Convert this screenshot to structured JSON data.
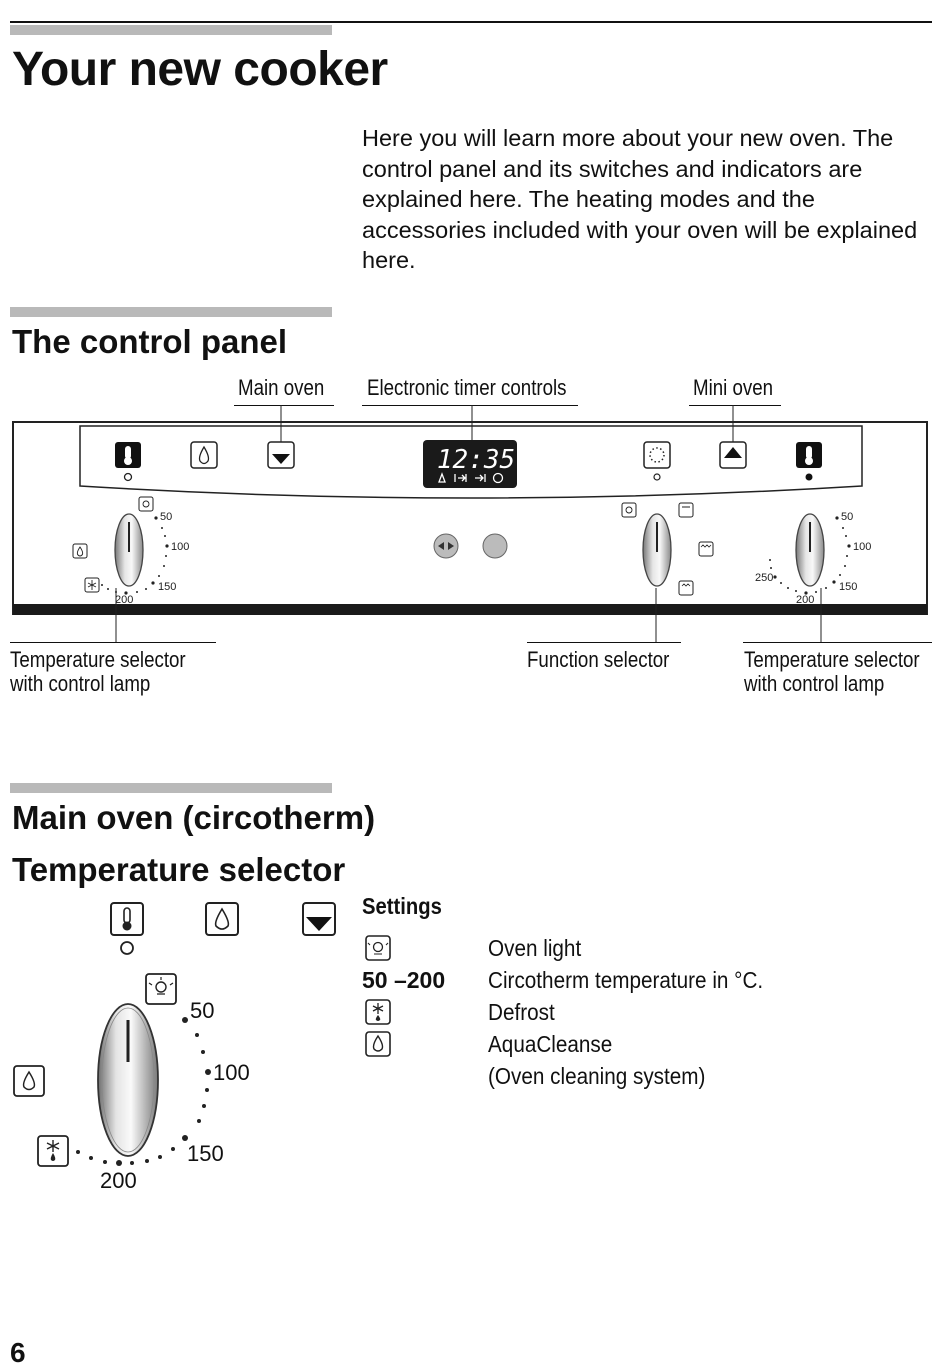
{
  "page": {
    "title": "Your new cooker",
    "intro": "Here you will learn more about your new oven. The control panel and its switches and indicators are explained here. The heating modes and the accessories included with your oven will be explained here.",
    "page_number": "6"
  },
  "control_panel": {
    "heading": "The control panel",
    "callouts": {
      "main_oven": "Main oven",
      "timer": "Electronic timer controls",
      "mini_oven": "Mini oven",
      "temp_left_line1": "Temperature selector",
      "temp_left_line2": "with control lamp",
      "function": "Function selector",
      "temp_right_line1": "Temperature selector",
      "temp_right_line2": "with control lamp"
    },
    "display_time": "12:35",
    "left_scale": {
      "t50": "50",
      "t100": "100",
      "t150": "150",
      "t200": "200"
    },
    "right_scale": {
      "t50": "50",
      "t100": "100",
      "t150": "150",
      "t200": "200",
      "t250": "250"
    }
  },
  "main_oven": {
    "heading": "Main oven (circotherm)",
    "subheading": "Temperature selector",
    "dial_scale": {
      "t50": "50",
      "t100": "100",
      "t150": "150",
      "t200": "200"
    },
    "settings": {
      "title": "Settings",
      "rows": [
        {
          "key": "",
          "icon": "oven-light-icon",
          "value": "Oven light"
        },
        {
          "key": "50 –200",
          "icon": "",
          "value": "Circotherm temperature in °C."
        },
        {
          "key": "",
          "icon": "defrost-icon",
          "value": "Defrost"
        },
        {
          "key": "",
          "icon": "aquacleanse-icon",
          "value": "AquaCleanse"
        },
        {
          "key": "",
          "icon": "",
          "value": "(Oven cleaning system)"
        }
      ]
    }
  },
  "colors": {
    "text": "#111111",
    "section_bar": "#b9b9b9",
    "display_bg": "#1a1a1a"
  }
}
